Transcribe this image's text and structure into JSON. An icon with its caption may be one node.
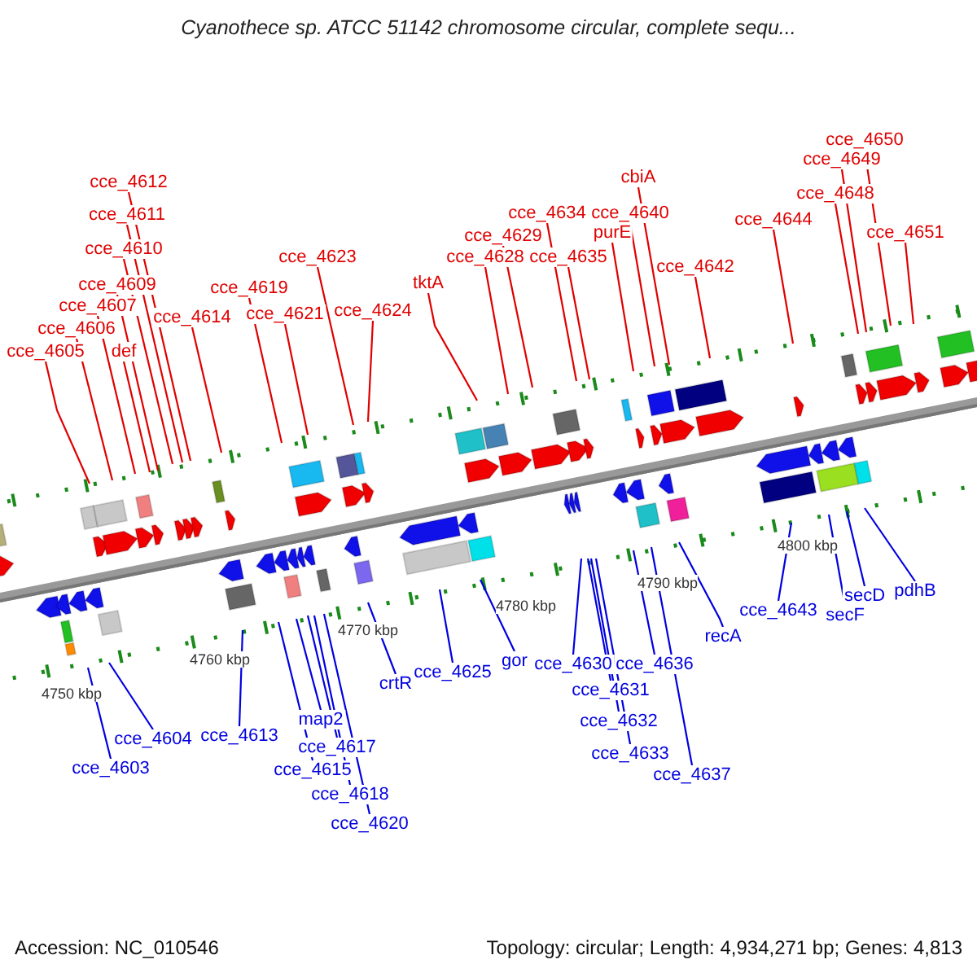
{
  "diagram": {
    "title": "Cyanothece sp. ATCC 51142 chromosome circular, complete sequ...",
    "nodes": [
      {
        "text": [
          "cce_4605"
        ]
      },
      {
        "text": [
          "cce_4606"
        ]
      },
      {
        "text": [
          "cce_4607"
        ]
      },
      {
        "text": [
          "def"
        ]
      },
      {
        "text": [
          "cce_4609"
        ]
      },
      {
        "text": [
          "cce_4610"
        ]
      },
      {
        "text": [
          "cce_4611"
        ]
      },
      {
        "text": [
          "cce_4612"
        ]
      },
      {
        "text": [
          "cce_4614"
        ]
      },
      {
        "text": [
          "cce_4619"
        ]
      },
      {
        "text": [
          "cce_4621"
        ]
      },
      {
        "text": [
          "cce_4623"
        ]
      },
      {
        "text": [
          "cce_4624"
        ]
      },
      {
        "text": [
          "tktA"
        ]
      },
      {
        "text": [
          "cce_4628"
        ]
      },
      {
        "text": [
          "cce_4629"
        ]
      },
      {
        "text": [
          "cce_4634"
        ]
      },
      {
        "text": [
          "cce_4635"
        ]
      },
      {
        "text": [
          "purE"
        ]
      },
      {
        "text": [
          "cce_4640"
        ]
      },
      {
        "text": [
          "cbiA"
        ]
      },
      {
        "text": [
          "cce_4642"
        ]
      },
      {
        "text": [
          "cce_4644"
        ]
      },
      {
        "text": [
          "cce_4648"
        ]
      },
      {
        "text": [
          "cce_4649"
        ]
      },
      {
        "text": [
          "cce_4650"
        ]
      },
      {
        "text": [
          "cce_4651"
        ]
      },
      {
        "text": [
          "cce_4603"
        ]
      },
      {
        "text": [
          "cce_4604"
        ]
      },
      {
        "text": [
          "cce_4613"
        ]
      },
      {
        "text": [
          "cce_4615"
        ]
      },
      {
        "text": [
          "map2"
        ]
      },
      {
        "text": [
          "cce_4617"
        ]
      },
      {
        "text": [
          "cce_4618"
        ]
      },
      {
        "text": [
          "cce_4620"
        ]
      },
      {
        "text": [
          "crtR"
        ]
      },
      {
        "text": [
          "cce_4625"
        ]
      },
      {
        "text": [
          "gor"
        ]
      },
      {
        "text": [
          "cce_4630"
        ]
      },
      {
        "text": [
          "cce_4631"
        ]
      },
      {
        "text": [
          "cce_4632"
        ]
      },
      {
        "text": [
          "cce_4633"
        ]
      },
      {
        "text": [
          "cce_4636"
        ]
      },
      {
        "text": [
          "cce_4637"
        ]
      },
      {
        "text": [
          "recA"
        ]
      },
      {
        "text": [
          "cce_4643"
        ]
      },
      {
        "text": [
          "secF"
        ]
      },
      {
        "text": [
          "secD"
        ]
      },
      {
        "text": [
          "pdhB"
        ]
      }
    ],
    "edges": [
      {
        "from": 0,
        "to": null,
        "arrow": "none"
      },
      {
        "from": 1,
        "to": null,
        "arrow": "none"
      },
      {
        "from": 2,
        "to": null,
        "arrow": "none"
      },
      {
        "from": 3,
        "to": null,
        "arrow": "none"
      },
      {
        "from": 4,
        "to": null,
        "arrow": "none"
      },
      {
        "from": 5,
        "to": null,
        "arrow": "none"
      },
      {
        "from": 6,
        "to": null,
        "arrow": "none"
      },
      {
        "from": 7,
        "to": null,
        "arrow": "none"
      },
      {
        "from": 8,
        "to": null,
        "arrow": "none"
      },
      {
        "from": 9,
        "to": null,
        "arrow": "none"
      },
      {
        "from": 10,
        "to": null,
        "arrow": "none"
      },
      {
        "from": 11,
        "to": null,
        "arrow": "none"
      },
      {
        "from": 12,
        "to": null,
        "arrow": "none"
      },
      {
        "from": 13,
        "to": null,
        "arrow": "none"
      },
      {
        "from": 14,
        "to": null,
        "arrow": "none"
      },
      {
        "from": 15,
        "to": null,
        "arrow": "none"
      },
      {
        "from": 16,
        "to": null,
        "arrow": "none"
      },
      {
        "from": 17,
        "to": null,
        "arrow": "none"
      },
      {
        "from": 18,
        "to": null,
        "arrow": "none"
      },
      {
        "from": 19,
        "to": null,
        "arrow": "none"
      },
      {
        "from": 20,
        "to": null,
        "arrow": "none"
      },
      {
        "from": 21,
        "to": null,
        "arrow": "none"
      },
      {
        "from": 22,
        "to": null,
        "arrow": "none"
      },
      {
        "from": 23,
        "to": null,
        "arrow": "none"
      },
      {
        "from": 24,
        "to": null,
        "arrow": "none"
      },
      {
        "from": 25,
        "to": null,
        "arrow": "none"
      },
      {
        "from": 26,
        "to": null,
        "arrow": "none"
      },
      {
        "from": 27,
        "to": null,
        "arrow": "none",
        "color": "#0000e0"
      },
      {
        "from": 28,
        "to": null,
        "arrow": "none",
        "color": "#0000e0"
      },
      {
        "from": 29,
        "to": null,
        "arrow": "none",
        "color": "#0000e0"
      },
      {
        "from": 30,
        "to": null,
        "arrow": "none",
        "color": "#0000e0"
      },
      {
        "from": 31,
        "to": null,
        "arrow": "none",
        "color": "#0000e0"
      },
      {
        "from": 32,
        "to": null,
        "arrow": "none",
        "color": "#0000e0"
      },
      {
        "from": 33,
        "to": null,
        "arrow": "none",
        "color": "#0000e0"
      },
      {
        "from": 34,
        "to": null,
        "arrow": "none",
        "color": "#0000e0"
      },
      {
        "from": 35,
        "to": null,
        "arrow": "none",
        "color": "#0000e0"
      },
      {
        "from": 36,
        "to": null,
        "arrow": "none",
        "color": "#0000e0"
      },
      {
        "from": 37,
        "to": null,
        "arrow": "none",
        "color": "#0000e0"
      },
      {
        "from": 38,
        "to": null,
        "arrow": "none",
        "color": "#0000e0"
      },
      {
        "from": 39,
        "to": null,
        "arrow": "none",
        "color": "#0000e0"
      },
      {
        "from": 40,
        "to": null,
        "arrow": "none",
        "color": "#0000e0"
      },
      {
        "from": 41,
        "to": null,
        "arrow": "none",
        "color": "#0000e0"
      },
      {
        "from": 42,
        "to": null,
        "arrow": "none",
        "color": "#0000e0"
      },
      {
        "from": 43,
        "to": null,
        "arrow": "none",
        "color": "#0000e0"
      },
      {
        "from": 44,
        "to": null,
        "arrow": "none",
        "color": "#0000e0"
      },
      {
        "from": 45,
        "to": null,
        "arrow": "none",
        "color": "#0000e0"
      },
      {
        "from": 46,
        "to": null,
        "arrow": "none",
        "color": "#0000e0"
      },
      {
        "from": 47,
        "to": null,
        "arrow": "none",
        "color": "#0000e0"
      },
      {
        "from": 48,
        "to": null,
        "arrow": "none",
        "color": "#0000e0"
      }
    ],
    "labels": [
      "4750 kbp",
      "4760 kbp",
      "4770 kbp",
      "4780 kbp",
      "4790 kbp",
      "4800 kbp",
      "Accession: NC_010546",
      "Topology: circular; Length: 4,934,271 bp; Genes: 4,813"
    ]
  }
}
